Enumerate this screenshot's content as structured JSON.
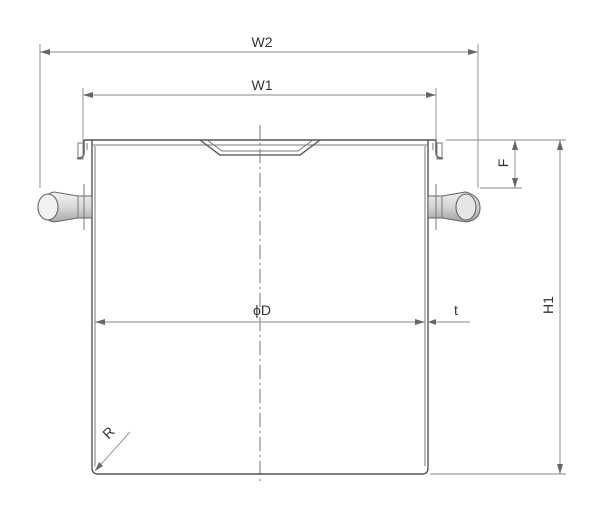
{
  "labels": {
    "w2": "W2",
    "w1": "W1",
    "f": "F",
    "h1": "H1",
    "phi_d": "ϕD",
    "t": "t",
    "r": "R"
  }
}
